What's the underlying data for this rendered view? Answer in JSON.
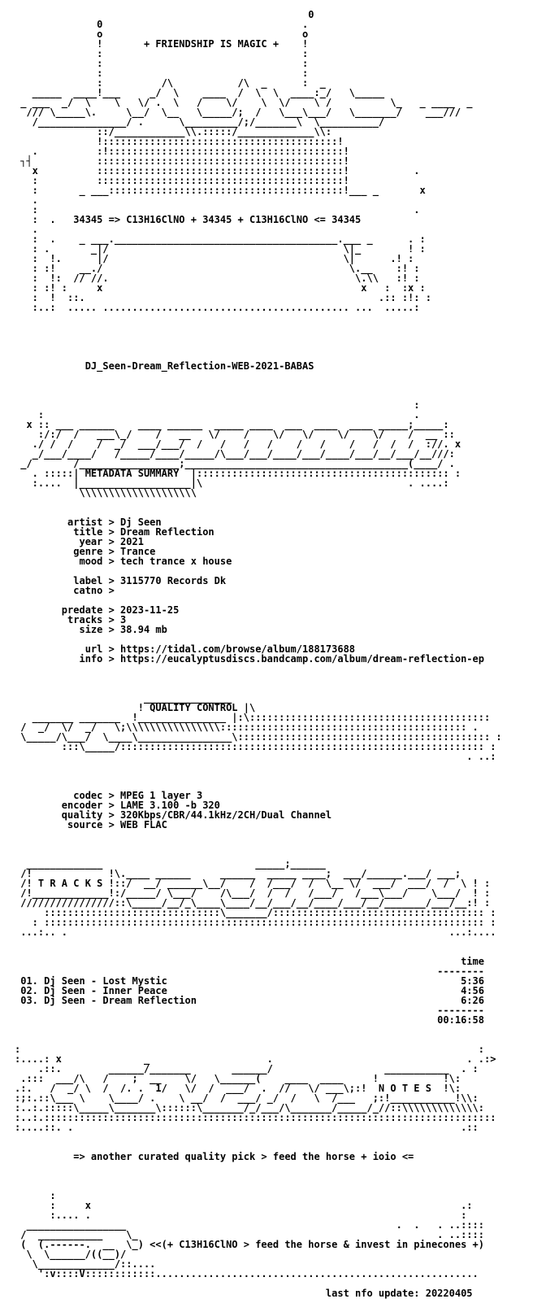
{
  "lines": [
    "                                                  0",
    "              0                                  .",
    "              o                                  o",
    "              !       + FRIENDSHIP IS MAGIC +    !",
    "              :                                  :",
    "              :                                  :",
    "              :                                  :",
    "              :          /\\           /\\  _      :  _",
    "   _____  ____!___     _/  \\    ____  /  \\  \\  ____:_/   \\_____",
    " _ ___  _/  \\    \\   \\/ .  \\   /    \\/    \\  \\/    \\ /          \\_   _ ____  _",
    "  /// \\_____\\.     \\__/  \\__   \\_____/;  /   \\___\\___/   \\_______/    ___///",
    "   /_______________/ .      \\_________/;/_______\\  \\__________/",
    "              ::/____________\\\\.:::::/_____________\\\\:",
    "              !::::::::::::::::::::::::::::::::::::::::!",
    "   .          :!::::::::::::::::::::::::::::::::::::::::!",
    " ┐┤           ::::::::::::::::::::::::::::::::::::::::::!",
    "   x          ::::::::::::::::::::::::::::::::::::::::::!           .",
    "   :          ::::::::::::::::::::::::::::::::::::::::::!",
    "   :       _ ___::::::::::::::::::::::::::::::::::::::::!___ _       x",
    "   .",
    "   :                                                                .",
    "   :  .   34345 => C13H16ClNO + 34345 + C13H16ClNO <= 34345",
    "   .",
    "   :  .    _ ___.______________________________________.___ _      . :",
    "   : .       _|/                                        \\|_        ! :",
    "   :  !.      |/                                        \\|      .! :",
    "   : :!    __./                                          \\.__    :! :",
    "   :  !:  // //.                                          \\.\\\\   :! :",
    "   : :! :     x                                            x   :  :x :",
    "   :  !  ::.                                                  .:: :!: :",
    "   :..:  ..... .......................................... ...  .....:",
    "",
    "",
    "",
    "",
    "",
    "            DJ_Seen-Dream_Reflection-WEB-2021-BABAS",
    "",
    "",
    "",
    "                                                                    :",
    "    :                                                               .",
    "  x :: ___ ______    ____ ______  _____ ____  ___  ____  ____ _____;_____:",
    "    :/:/  /   ___\\_/    /   __   \\/    /    \\/   \\/    \\/    \\/    /  __ ::",
    "   ./ /  /    /  _/  ___/___/  /   /   /   /    /   /    /   /  /  /  ://. x",
    "   _/___/____/   /_____/____/_____/\\___/___/____/___/____/___/__/___/__///:",
    " _/       /_________________;______________________________________(____/ .",
    "   . :::::| METADATA SUMMARY  |::::::::::::::::::::::::::::::::::::::::::: :",
    "   :....  |___________________|\\                                   . ....:",
    "           \\\\\\\\\\\\\\\\\\\\\\\\\\\\\\\\\\\\\\\\",
    "",
    "",
    "         artist > Dj Seen",
    "          title > Dream Reflection",
    "           year > 2021",
    "          genre > Trance",
    "           mood > tech trance x house",
    "",
    "          label > 3115770 Records Dk",
    "          catno >",
    "",
    "        predate > 2023-11-25",
    "         tracks > 3",
    "           size > 38.94 mb",
    "",
    "            url > https://tidal.com/browse/album/188173688",
    "           info > https://eucalyptusdiscs.bandcamp.com/album/dream-reflection-ep",
    "",
    "",
    "",
    "                      _______________",
    "                     ! QUALITY CONTROL |\\",
    "   _______ _______  !_______________ |:\\:::::::::::::::::::::::::::::::::::::::::",
    " /  _/  \\/  _/   \\;\\\\\\\\\\\\\\\\\\\\\\\\\\\\\\\\:::::::::::::::::::::::::::::::::::::::::: .",
    " \\_____/\\___/  \\____\\________________\\::::::::::::::::::::::::::::::::::::::::::: :",
    "        :::\\_____/:::::::::::::::::::::::::::::::::::::::::::::::::::::::::::::: :",
    "                                                                             . ..:",
    "",
    "",
    "",
    "          codec > MPEG 1 layer 3",
    "        encoder > LAME 3.100 -b 320",
    "        quality > 320Kbps/CBR/44.1kHz/2CH/Dual Channel",
    "         source > WEB FLAC",
    "",
    "",
    "",
    "  _____________                          _____;______",
    " /!             !\\.____ ______     ______  _____ ____;  ___/______.___/ ___;",
    " /! T R A C K S !::/  __/ ______\\__/    /  /___/  /  \\__ \\/  ___/  ___/  /  \\ ! :",
    " /!_____________!:/_____/ \\___/    /\\___/  /  /   /___/   /___\\___/    \\___/  ! :",
    " ////////////////::\\_____/__/_\\____\\____/__/___/__/____/___/__/_______/___/__:! :",
    "     ::::::::::::::::::::::::::::::\\_______/:::::::::::::::::::::::::::::::::::: :",
    "   : ::::::::::::::::::::::::::::::::::::::::::::::::::::::::::::::::::::::::::: :",
    " ...:.. .                                                                 ...:....",
    "",
    "",
    "                                                                            time",
    "                                                                        --------",
    " 01. Dj Seen - Lost Mystic                                                  5:36",
    " 02. Dj Seen - Inner Peace                                                  4:56",
    " 03. Dj Seen - Dream Reflection                                             6:26",
    "                                                                        --------",
    "                                                                        00:16:58",
    "",
    "",
    ":                                                                              :",
    ":....: x              _                    .                                 . .:>",
    "    .::.        ______/_______       ______/                   ___________  . :",
    " .:::  ___/\\   /    ;  __    \\/   \\______(    ____  ____     !           !\\:",
    ".:.   /  _/ \\  /  /. .  1/   \\/  /  ___/  .  //   \\/ ___\\;:!  N O T E S  !\\:",
    ":;:.::\\___ \\    \\____/ .    \\ __/  /  ___/ _/  /   \\  /___   ;:!___________!\\\\:",
    ":..:.:::::\\_____\\_______\\::::::\\_______/_/___/\\_______/_____/_//::\\\\\\\\\\\\\\\\\\\\\\\\\\:",
    ":..:.:::::::::::::::::::::::::::::::::::::::::::::::::::::::::::::::::::::::::::::",
    ":....::. .                                                                  .::",
    "",
    "",
    "          => another curated quality pick > feed the horse + ioio <=",
    "",
    "",
    "",
    "      :",
    "      :     x                                                               .:",
    "      :.... .                                                               :",
    "  _________________                                              .  .   . ..::::",
    " /  ___________    \\_                                                   . ..::::",
    " (  (.------.  __  \\_) <<(+ C13H16ClNO > feed the horse & invest in pinecones +)",
    "  \\  \\______/((__)/",
    "   \\_____________/::....",
    "    ':v::::V::::::::::::.......................................................",
    "",
    "                                                     last nfo update: 20220405"
  ]
}
